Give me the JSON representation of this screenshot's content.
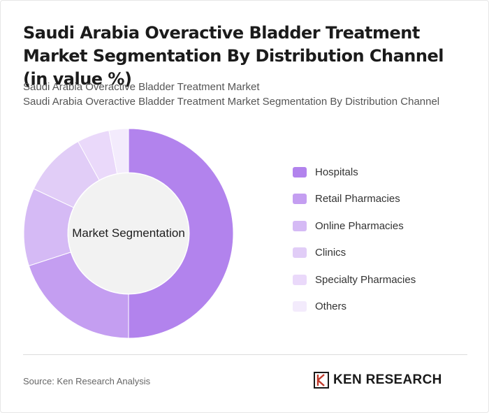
{
  "title": "Saudi Arabia Overactive Bladder Treatment Market Segmentation By Distribution Channel (in value %)",
  "subtitle_lines": [
    "Saudi Arabia Overactive Bladder Treatment Market",
    "Saudi Arabia Overactive Bladder Treatment Market Segmentation By Distribution Channel"
  ],
  "chart_data": {
    "type": "pie",
    "donut": true,
    "center_label": "Market Segmentation",
    "categories": [
      "Hospitals",
      "Retail Pharmacies",
      "Online Pharmacies",
      "Clinics",
      "Specialty Pharmacies",
      "Others"
    ],
    "values": [
      50,
      20,
      12,
      10,
      5,
      3
    ],
    "unit": "%",
    "colors": [
      "#b283ed",
      "#c49ef1",
      "#d5baf5",
      "#e1cdf7",
      "#ead9fa",
      "#f3ebfc"
    ],
    "legend_position": "right"
  },
  "footer": {
    "source": "Source: Ken Research Analysis",
    "logo_text": "KEN RESEARCH",
    "logo_icon": "k-monogram-icon"
  }
}
